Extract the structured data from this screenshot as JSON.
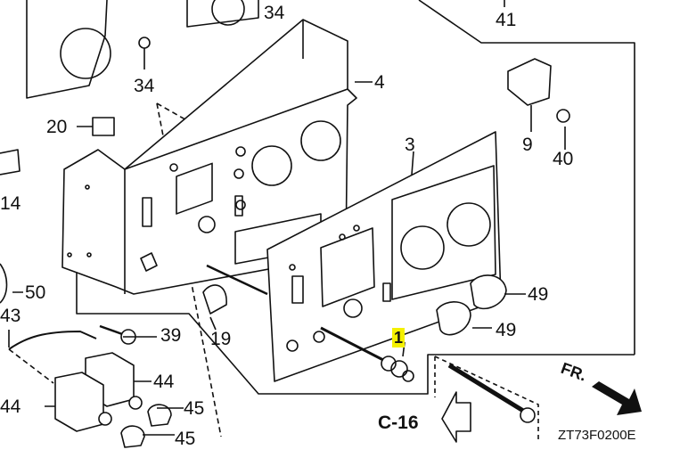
{
  "diagram": {
    "code": "ZT73F0200E",
    "reference": "C-16",
    "direction_label": "FR.",
    "parts": {
      "p1": "1",
      "p3": "3",
      "p4": "4",
      "p9": "9",
      "p14": "14",
      "p19": "19",
      "p20": "20",
      "p34a": "34",
      "p34b": "34",
      "p39": "39",
      "p40": "40",
      "p41": "41",
      "p43": "43",
      "p44a": "44",
      "p44b": "44",
      "p45a": "45",
      "p45b": "45",
      "p49a": "49",
      "p49b": "49",
      "p50": "50"
    },
    "colors": {
      "highlight": "#f4f000",
      "line": "#111111"
    }
  }
}
